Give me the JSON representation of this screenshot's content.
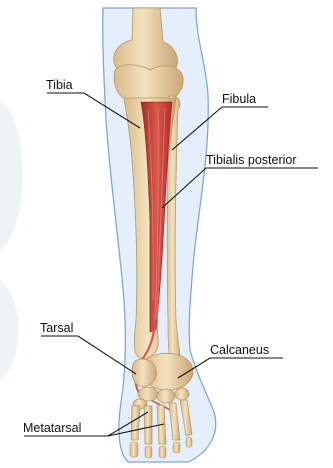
{
  "labels": {
    "tibia": "Tibia",
    "fibula": "Fibula",
    "tibialis_posterior": "Tibialis posterior",
    "tarsal": "Tarsal",
    "calcaneus": "Calcaneus",
    "metatarsal": "Metatarsal"
  },
  "colors": {
    "leg_fill": "#e4effb",
    "leg_outline": "#7fa7d6",
    "bone": "#efd9b0",
    "bone_shadow": "#c9a979",
    "muscle": "#c43a32",
    "muscle_light": "#e0776b",
    "leader_line": "#111111",
    "background_accent": "#eef4f4"
  }
}
